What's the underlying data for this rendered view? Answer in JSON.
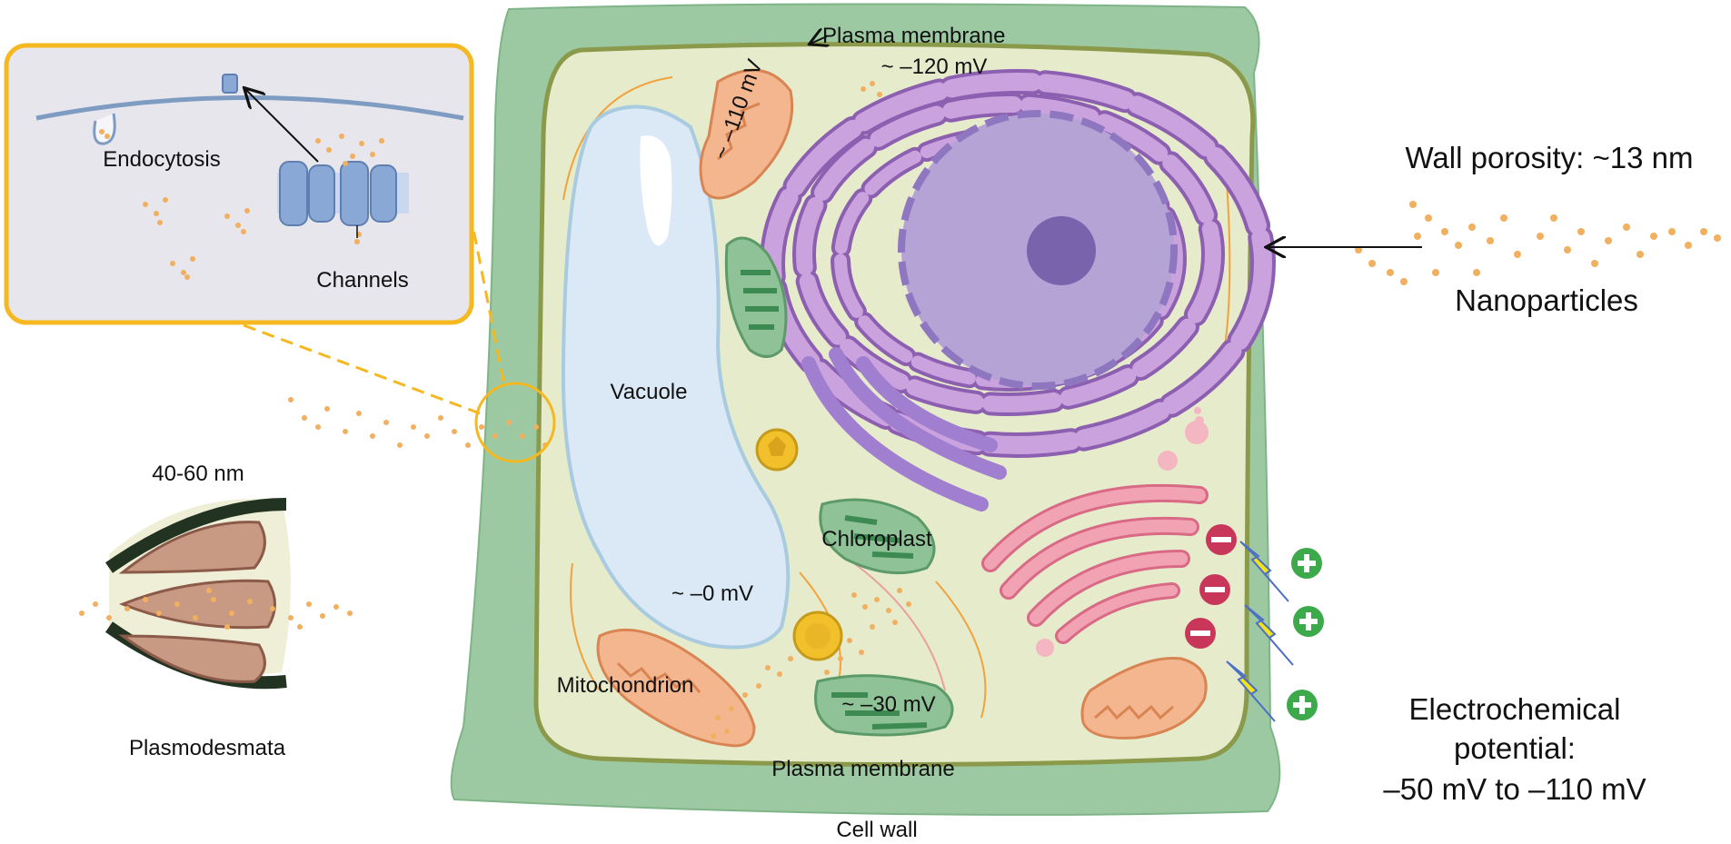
{
  "labels": {
    "plasma_membrane_top": "Plasma membrane",
    "potential_top": "~ –120 mV",
    "potential_mito_top": "~ –110 mV",
    "vacuole": "Vacuole",
    "vacuole_potential": "~ –0 mV",
    "chloroplast": "Chloroplast",
    "mitochondrion": "Mitochondrion",
    "chloroplast_potential": "~ –30 mV",
    "plasma_membrane_bottom": "Plasma membrane",
    "cell_wall": "Cell wall",
    "endocytosis": "Endocytosis",
    "channels": "Channels",
    "plasmodesmata_size": "40-60 nm",
    "plasmodesmata": "Plasmodesmata",
    "wall_porosity": "Wall porosity: ~13 nm",
    "nanoparticles": "Nanoparticles",
    "electro_line1": "Electrochemical",
    "electro_line2": "potential:",
    "electro_line3": "–50 mV to –110 mV"
  },
  "colors": {
    "cell_wall": "#9cc9a2",
    "cytoplasm": "#e6ebcc",
    "membrane": "#8a9a4a",
    "vacuole": "#dbe8f5",
    "er": "#b183c9",
    "nucleus": "#b6a3d6",
    "nucleolus": "#7a63ad",
    "mitochondrion": "#f4b68f",
    "chloroplast": "#8fc297",
    "golgi": "#f2a3b3",
    "nanoparticle": "#f0b060",
    "inset_border": "#f5b820",
    "negative_ion": "#c8375a",
    "positive_ion": "#3caa4a",
    "lightning": "#f2e21b"
  },
  "icons": [
    "lightning-icon",
    "minus-icon",
    "plus-icon",
    "arrow-icon"
  ]
}
